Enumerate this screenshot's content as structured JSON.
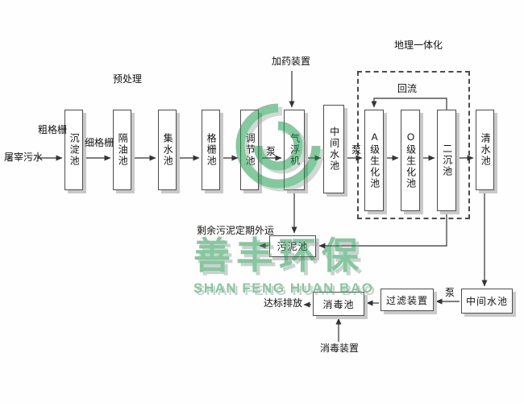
{
  "watermark": {
    "cn": "善丰环保",
    "en": "SHAN FENG HUAN BAO",
    "color": "#149a48",
    "logo": "green-swirl-emblem"
  },
  "flow": {
    "influent": "屠宰污水",
    "coarse_screen": "粗格栅",
    "fine_screen": "细格栅",
    "pretreatment_label": "预处理",
    "dosing_label": "加药装置",
    "buried_unit_label": "地理一体化",
    "reflux_label": "回流",
    "pump": "泵",
    "sludge_out_label": "剩余污泥定期外运",
    "discharge_label": "达标排放",
    "disinfect_device_label": "消毒装置"
  },
  "tanks": {
    "sedimentation": "沉淀池",
    "oil_separation": "隔油池",
    "collecting": "集水池",
    "screen_tank": "格栅池",
    "regulating": "调节池",
    "air_flotation": "气浮机",
    "intermediate1": "中间水池",
    "a_bio": "A级生化池",
    "o_bio": "O级生化池",
    "secondary_sed": "二沉池",
    "clean_water": "清水池",
    "sludge": "污泥池",
    "disinfection": "消毒池",
    "filter": "过滤装置",
    "intermediate2": "中间水池"
  }
}
